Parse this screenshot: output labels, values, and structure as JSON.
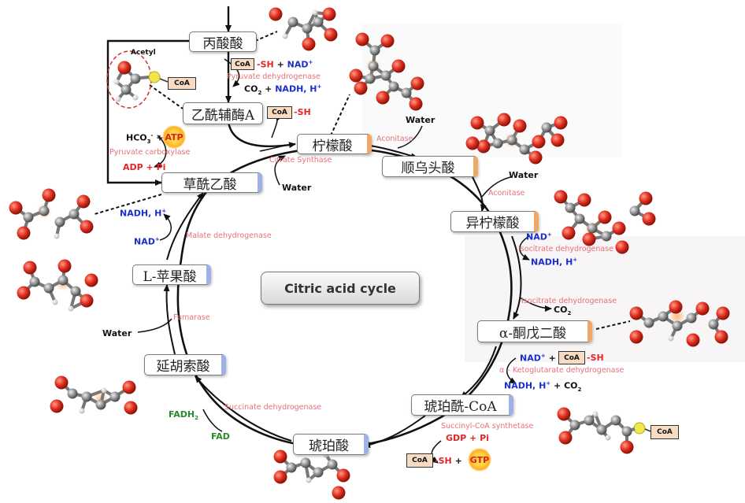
{
  "title": "Citric acid cycle",
  "metabolites": {
    "pyruvate": "丙酸酸",
    "acetyl_coa": "乙酰辅酶A",
    "citrate": "柠檬酸",
    "cis_aconitate": "顺乌头酸",
    "isocitrate": "异柠檬酸",
    "alpha_ketoglutarate": "α-酮戊二酸",
    "succinyl_coa": "琥珀酰-CoA",
    "succinate": "琥珀酸",
    "fumarate": "延胡索酸",
    "malate": "L-苹果酸",
    "oxaloacetate": "草酰乙酸"
  },
  "enzymes": {
    "pyruvate_dehydrogenase": "Pyruvate dehydrogenase",
    "pyruvate_carboxylase": "Pyruvate carboxylase",
    "citrate_synthase": "Citrate Synthase",
    "aconitase_1": "Aconitase",
    "aconitase_2": "Aconitase",
    "isocitrate_dh_1": "Isocitrate dehydrogenase",
    "isocitrate_dh_2": "Isocitrate dehydrogenase",
    "akg_dh": "α – Ketoglutarate dehydrogenase",
    "succinyl_coa_synthetase": "Succinyl-CoA synthetase",
    "succinate_dh": "Succinate dehydrogenase",
    "fumarase": "Fumarase",
    "malate_dh": "Malate dehydrogenase"
  },
  "labels": {
    "acetyl": "Acetyl",
    "coa": "CoA",
    "s_atom": "S",
    "sh": "SH",
    "plus": "+",
    "nad": "NAD",
    "nadh": "NADH, H",
    "sup_plus": "+",
    "co2": "CO",
    "sub_2": "2",
    "hco3": "HCO",
    "sub_3": "3",
    "sup_minus": "-",
    "atp": "ATP",
    "adp_pi": "ADP + Pi",
    "water": "Water",
    "fadh": "FADH",
    "fad": "FAD",
    "gdp_pi": "GDP + Pi",
    "gtp": "GTP"
  },
  "colors": {
    "oxygen": "#e03020",
    "carbon": "#8c8c8c",
    "hydrogen": "#e6e6e6",
    "sulfur": "#f2e64a",
    "enzyme_text": "#e8707a",
    "cofactor_blue": "#1b2fd1"
  }
}
